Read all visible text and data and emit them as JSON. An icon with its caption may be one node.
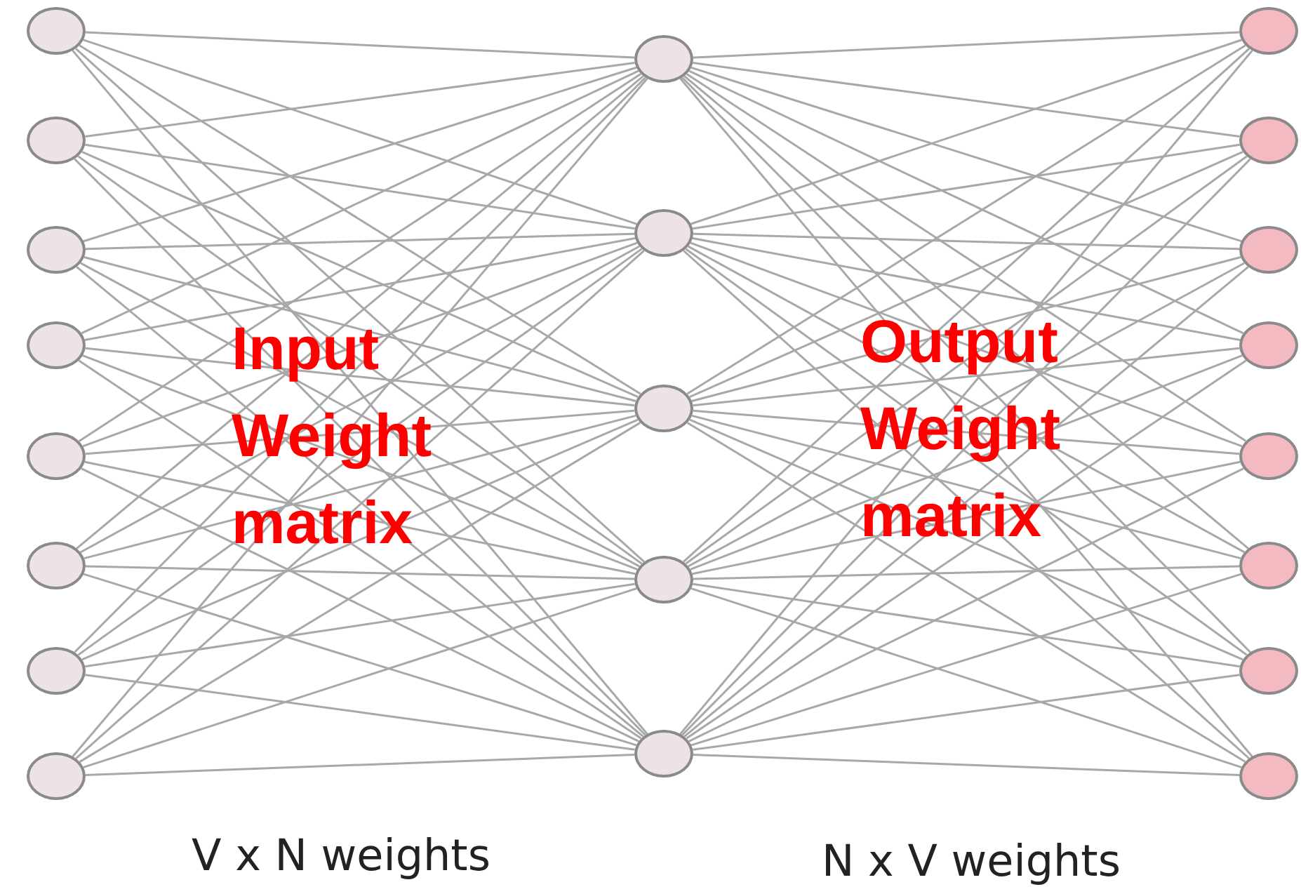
{
  "diagram": {
    "nodes": [
      {
        "text": [],
        "shape": "circle"
      },
      {
        "text": [],
        "shape": "circle"
      },
      {
        "text": [],
        "shape": "circle"
      },
      {
        "text": [],
        "shape": "circle"
      },
      {
        "text": [],
        "shape": "circle"
      },
      {
        "text": [],
        "shape": "circle"
      },
      {
        "text": [],
        "shape": "circle"
      },
      {
        "text": [],
        "shape": "circle"
      },
      {
        "text": [],
        "shape": "circle"
      },
      {
        "text": [],
        "shape": "circle"
      },
      {
        "text": [],
        "shape": "circle"
      },
      {
        "text": [],
        "shape": "circle"
      },
      {
        "text": [],
        "shape": "circle"
      },
      {
        "text": [],
        "shape": "circle"
      },
      {
        "text": [],
        "shape": "circle"
      },
      {
        "text": [],
        "shape": "circle"
      },
      {
        "text": [],
        "shape": "circle"
      },
      {
        "text": [],
        "shape": "circle"
      },
      {
        "text": [],
        "shape": "circle"
      },
      {
        "text": [],
        "shape": "circle"
      },
      {
        "text": [],
        "shape": "circle"
      }
    ],
    "edges": [
      {
        "from": 0,
        "to": 8,
        "arrow": "none"
      },
      {
        "from": 0,
        "to": 9,
        "arrow": "none"
      },
      {
        "from": 0,
        "to": 10,
        "arrow": "none"
      },
      {
        "from": 0,
        "to": 11,
        "arrow": "none"
      },
      {
        "from": 0,
        "to": 12,
        "arrow": "none"
      },
      {
        "from": 1,
        "to": 8,
        "arrow": "none"
      },
      {
        "from": 1,
        "to": 9,
        "arrow": "none"
      },
      {
        "from": 1,
        "to": 10,
        "arrow": "none"
      },
      {
        "from": 1,
        "to": 11,
        "arrow": "none"
      },
      {
        "from": 1,
        "to": 12,
        "arrow": "none"
      },
      {
        "from": 2,
        "to": 8,
        "arrow": "none"
      },
      {
        "from": 2,
        "to": 9,
        "arrow": "none"
      },
      {
        "from": 2,
        "to": 10,
        "arrow": "none"
      },
      {
        "from": 2,
        "to": 11,
        "arrow": "none"
      },
      {
        "from": 2,
        "to": 12,
        "arrow": "none"
      },
      {
        "from": 3,
        "to": 8,
        "arrow": "none"
      },
      {
        "from": 3,
        "to": 9,
        "arrow": "none"
      },
      {
        "from": 3,
        "to": 10,
        "arrow": "none"
      },
      {
        "from": 3,
        "to": 11,
        "arrow": "none"
      },
      {
        "from": 3,
        "to": 12,
        "arrow": "none"
      },
      {
        "from": 4,
        "to": 8,
        "arrow": "none"
      },
      {
        "from": 4,
        "to": 9,
        "arrow": "none"
      },
      {
        "from": 4,
        "to": 10,
        "arrow": "none"
      },
      {
        "from": 4,
        "to": 11,
        "arrow": "none"
      },
      {
        "from": 4,
        "to": 12,
        "arrow": "none"
      },
      {
        "from": 5,
        "to": 8,
        "arrow": "none"
      },
      {
        "from": 5,
        "to": 9,
        "arrow": "none"
      },
      {
        "from": 5,
        "to": 10,
        "arrow": "none"
      },
      {
        "from": 5,
        "to": 11,
        "arrow": "none"
      },
      {
        "from": 5,
        "to": 12,
        "arrow": "none"
      },
      {
        "from": 6,
        "to": 8,
        "arrow": "none"
      },
      {
        "from": 6,
        "to": 9,
        "arrow": "none"
      },
      {
        "from": 6,
        "to": 10,
        "arrow": "none"
      },
      {
        "from": 6,
        "to": 11,
        "arrow": "none"
      },
      {
        "from": 6,
        "to": 12,
        "arrow": "none"
      },
      {
        "from": 7,
        "to": 8,
        "arrow": "none"
      },
      {
        "from": 7,
        "to": 9,
        "arrow": "none"
      },
      {
        "from": 7,
        "to": 10,
        "arrow": "none"
      },
      {
        "from": 7,
        "to": 11,
        "arrow": "none"
      },
      {
        "from": 7,
        "to": 12,
        "arrow": "none"
      },
      {
        "from": 8,
        "to": 13,
        "arrow": "none"
      },
      {
        "from": 8,
        "to": 14,
        "arrow": "none"
      },
      {
        "from": 8,
        "to": 15,
        "arrow": "none"
      },
      {
        "from": 8,
        "to": 16,
        "arrow": "none"
      },
      {
        "from": 8,
        "to": 17,
        "arrow": "none"
      },
      {
        "from": 8,
        "to": 18,
        "arrow": "none"
      },
      {
        "from": 8,
        "to": 19,
        "arrow": "none"
      },
      {
        "from": 8,
        "to": 20,
        "arrow": "none"
      },
      {
        "from": 9,
        "to": 13,
        "arrow": "none"
      },
      {
        "from": 9,
        "to": 14,
        "arrow": "none"
      },
      {
        "from": 9,
        "to": 15,
        "arrow": "none"
      },
      {
        "from": 9,
        "to": 16,
        "arrow": "none"
      },
      {
        "from": 9,
        "to": 17,
        "arrow": "none"
      },
      {
        "from": 9,
        "to": 18,
        "arrow": "none"
      },
      {
        "from": 9,
        "to": 19,
        "arrow": "none"
      },
      {
        "from": 9,
        "to": 20,
        "arrow": "none"
      },
      {
        "from": 10,
        "to": 13,
        "arrow": "none"
      },
      {
        "from": 10,
        "to": 14,
        "arrow": "none"
      },
      {
        "from": 10,
        "to": 15,
        "arrow": "none"
      },
      {
        "from": 10,
        "to": 16,
        "arrow": "none"
      },
      {
        "from": 10,
        "to": 17,
        "arrow": "none"
      },
      {
        "from": 10,
        "to": 18,
        "arrow": "none"
      },
      {
        "from": 10,
        "to": 19,
        "arrow": "none"
      },
      {
        "from": 10,
        "to": 20,
        "arrow": "none"
      },
      {
        "from": 11,
        "to": 13,
        "arrow": "none"
      },
      {
        "from": 11,
        "to": 14,
        "arrow": "none"
      },
      {
        "from": 11,
        "to": 15,
        "arrow": "none"
      },
      {
        "from": 11,
        "to": 16,
        "arrow": "none"
      },
      {
        "from": 11,
        "to": 17,
        "arrow": "none"
      },
      {
        "from": 11,
        "to": 18,
        "arrow": "none"
      },
      {
        "from": 11,
        "to": 19,
        "arrow": "none"
      },
      {
        "from": 11,
        "to": 20,
        "arrow": "none"
      },
      {
        "from": 12,
        "to": 13,
        "arrow": "none"
      },
      {
        "from": 12,
        "to": 14,
        "arrow": "none"
      },
      {
        "from": 12,
        "to": 15,
        "arrow": "none"
      },
      {
        "from": 12,
        "to": 16,
        "arrow": "none"
      },
      {
        "from": 12,
        "to": 17,
        "arrow": "none"
      },
      {
        "from": 12,
        "to": 18,
        "arrow": "none"
      },
      {
        "from": 12,
        "to": 19,
        "arrow": "none"
      },
      {
        "from": 12,
        "to": 20,
        "arrow": "none"
      }
    ],
    "labels": [
      "Input Weight matrix",
      "Output Weight matrix",
      "V x N weights",
      "N x V weights"
    ]
  }
}
